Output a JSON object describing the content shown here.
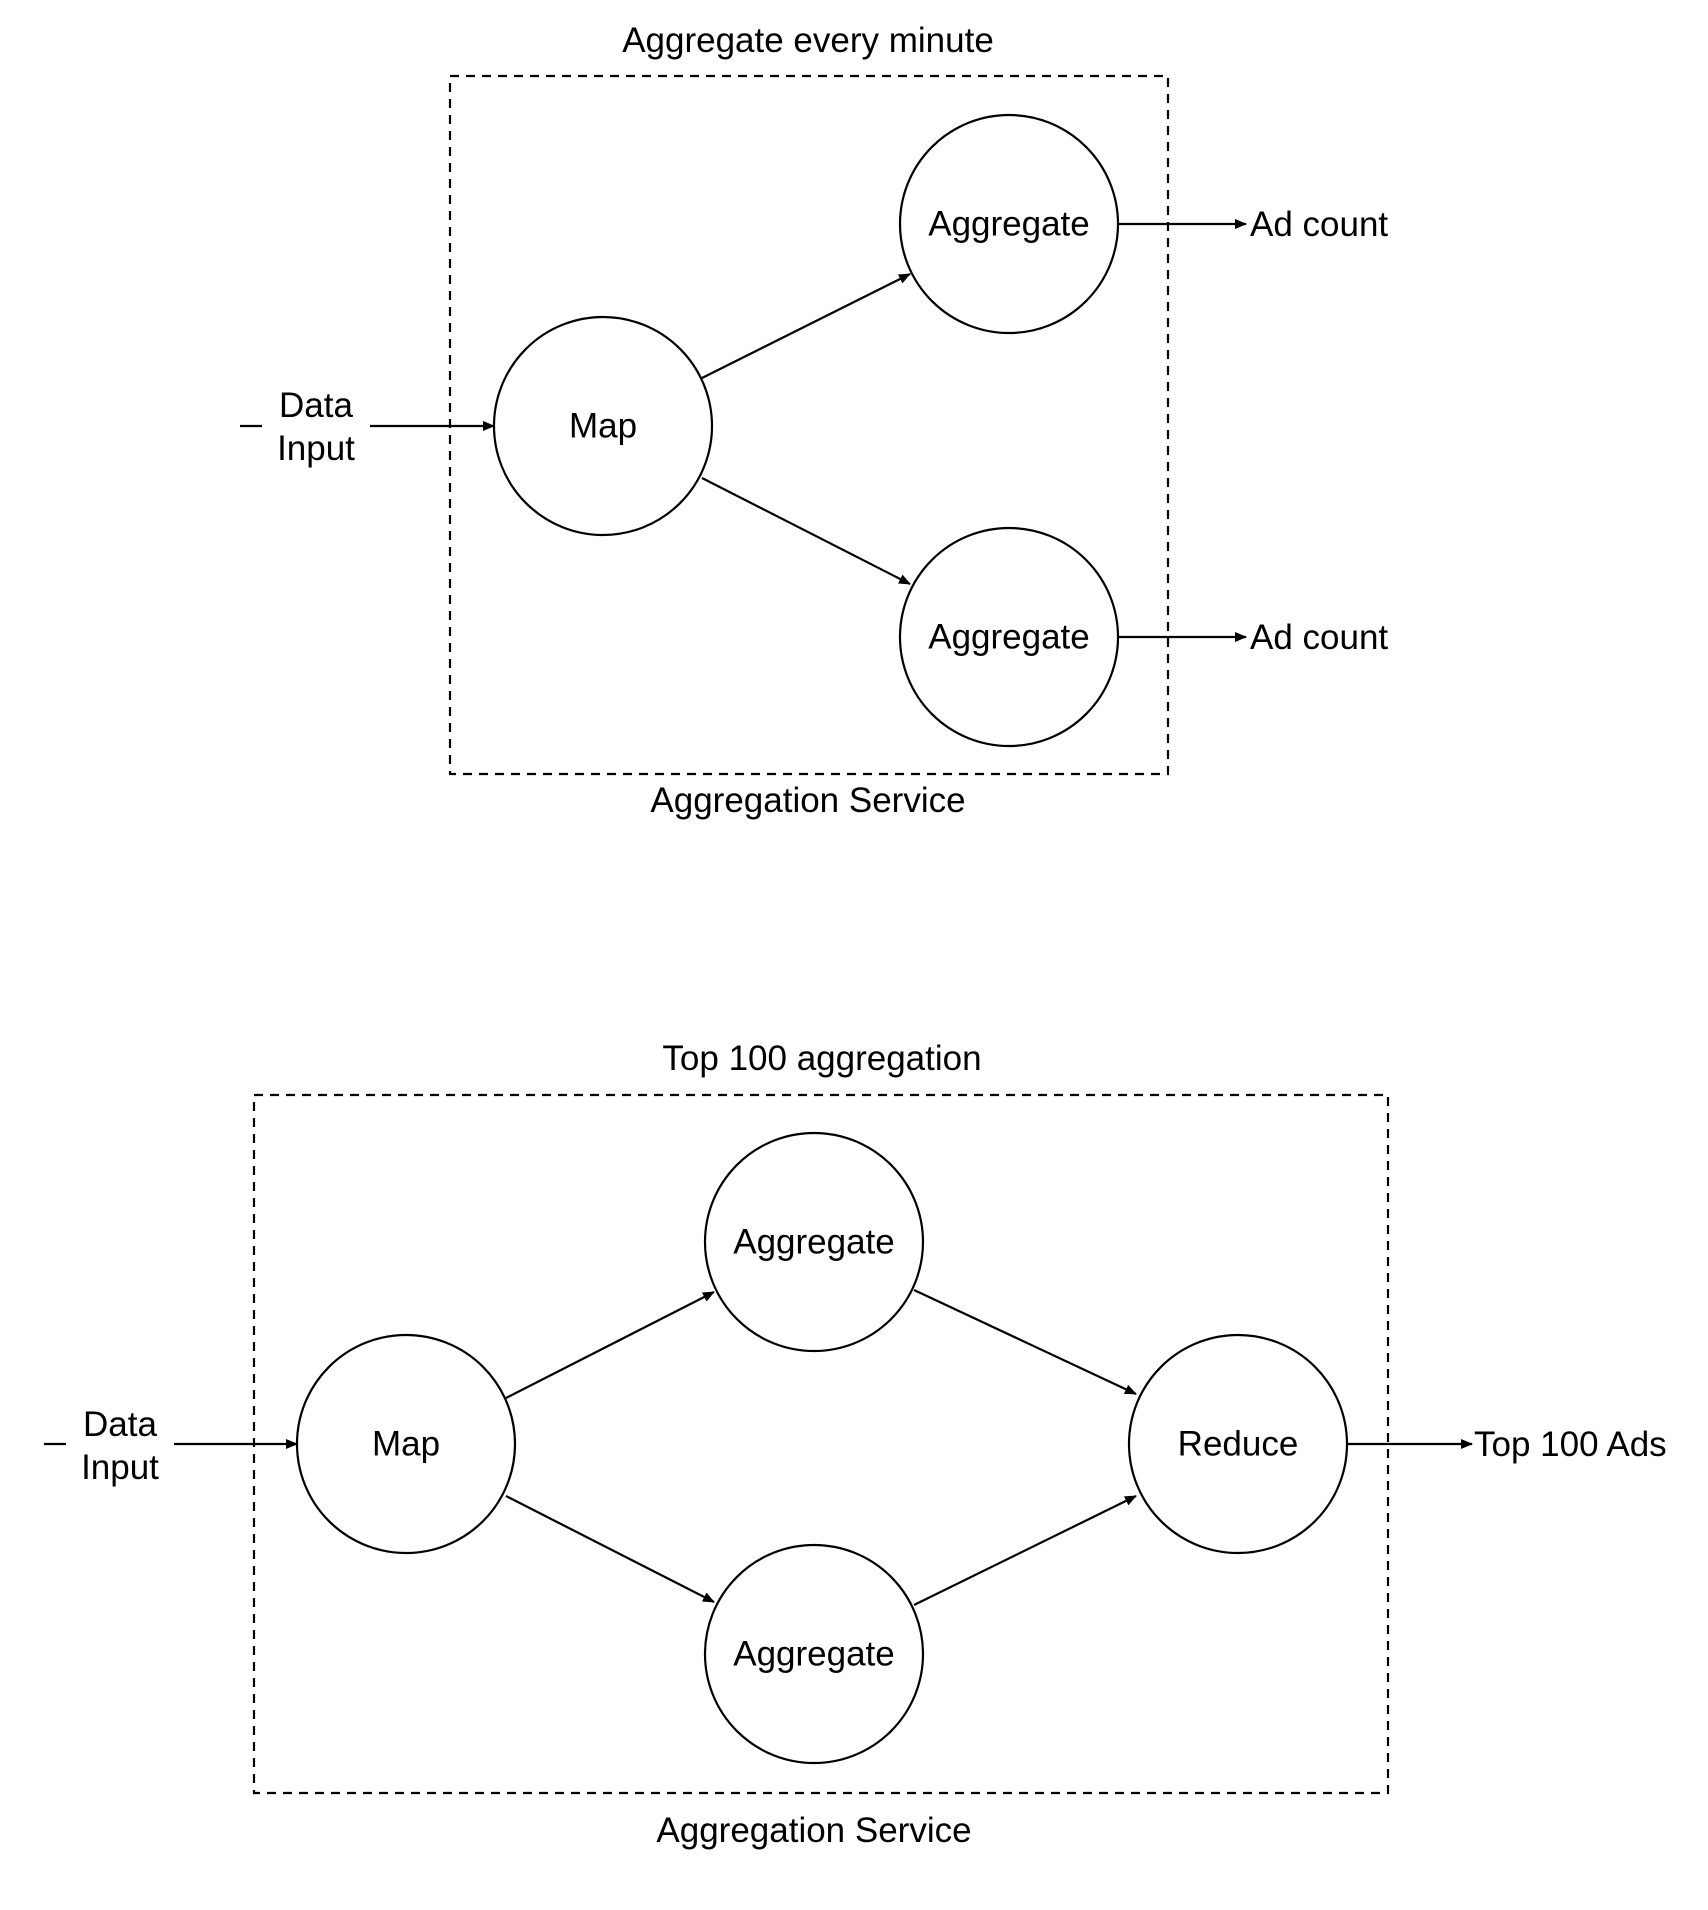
{
  "diagram1": {
    "title": "Aggregate every minute",
    "footer": "Aggregation Service",
    "input_line1": "Data",
    "input_line2": "Input",
    "map": "Map",
    "aggregate_top": "Aggregate",
    "aggregate_bottom": "Aggregate",
    "output_top": "Ad count",
    "output_bottom": "Ad count"
  },
  "diagram2": {
    "title": "Top 100 aggregation",
    "footer": "Aggregation Service",
    "input_line1": "Data",
    "input_line2": "Input",
    "map": "Map",
    "aggregate_top": "Aggregate",
    "aggregate_bottom": "Aggregate",
    "reduce": "Reduce",
    "output": "Top 100 Ads"
  }
}
